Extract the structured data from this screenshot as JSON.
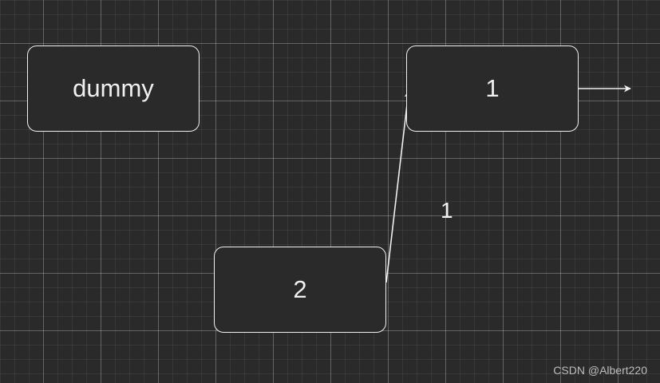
{
  "nodes": {
    "dummy": {
      "label": "dummy"
    },
    "one": {
      "label": "1"
    },
    "two": {
      "label": "2"
    }
  },
  "edges": {
    "two_to_one": {
      "label": "1"
    }
  },
  "watermark": "CSDN @Albert220",
  "colors": {
    "background": "#2a2a2a",
    "stroke": "#f0f0f0",
    "text": "#f0f0f0"
  }
}
